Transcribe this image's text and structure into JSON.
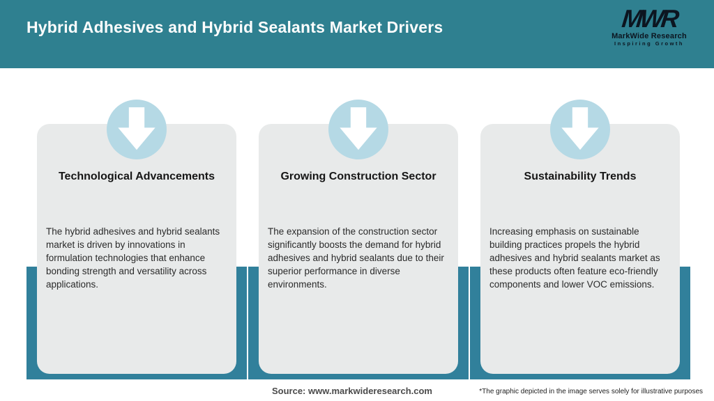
{
  "header": {
    "title": "Hybrid Adhesives and Hybrid Sealants Market Drivers",
    "logo": {
      "monogram": "MWR",
      "name": "MarkWide Research",
      "tagline": "Inspiring Growth"
    }
  },
  "cards": [
    {
      "icon": "down-arrow-icon",
      "title": "Technological Advancements",
      "description": "The hybrid adhesives and hybrid sealants market is driven by innovations in formulation technologies that enhance bonding strength and versatility across applications."
    },
    {
      "icon": "down-arrow-icon",
      "title": "Growing Construction Sector",
      "description": "The expansion of the construction sector significantly boosts the demand for hybrid adhesives and hybrid sealants due to their superior performance in diverse environments."
    },
    {
      "icon": "down-arrow-icon",
      "title": "Sustainability Trends",
      "description": "Increasing emphasis on sustainable building practices propels the hybrid adhesives and hybrid sealants market as these products often feature eco-friendly components and lower VOC emissions."
    }
  ],
  "footer": {
    "source": "Source: www.markwideresearch.com",
    "disclaimer": "*The graphic depicted in the image serves solely for illustrative purposes"
  },
  "colors": {
    "header_bg": "#2f8090",
    "frame_teal": "#31809b",
    "card_bg": "#e8eaea",
    "circle_blue": "#b5d9e5",
    "arrow_white": "#ffffff",
    "title_text": "#fdfdfd"
  }
}
